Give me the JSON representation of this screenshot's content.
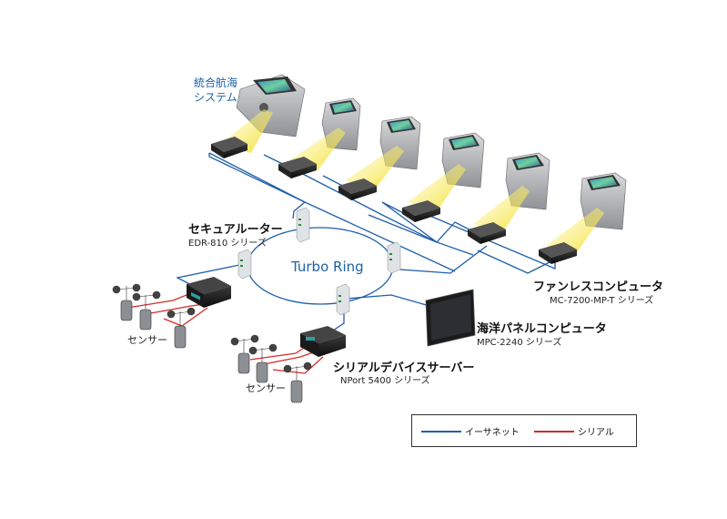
{
  "labels": {
    "ibs_line1": "統合航海",
    "ibs_line2": "システム",
    "router_title": "セキュアルーター",
    "router_sub": "EDR-810 シリーズ",
    "ring": "Turbo Ring",
    "fanless_title": "ファンレスコンピュータ",
    "fanless_sub": "MC-7200-MP-T シリーズ",
    "panel_title": "海洋パネルコンピュータ",
    "panel_sub": "MPC-2240 シリーズ",
    "serial_title": "シリアルデバイスサーバー",
    "serial_sub": "NPort 5400 シリーズ",
    "sensor_1": "センサー",
    "sensor_2": "センサー"
  },
  "legend": {
    "ethernet": "イーサネット",
    "serial": "シリアル"
  },
  "colors": {
    "ethernet": "#1f5fa8",
    "serial": "#d42b2b",
    "label_blue": "#1d62a8",
    "beam": "#f5e23a"
  }
}
